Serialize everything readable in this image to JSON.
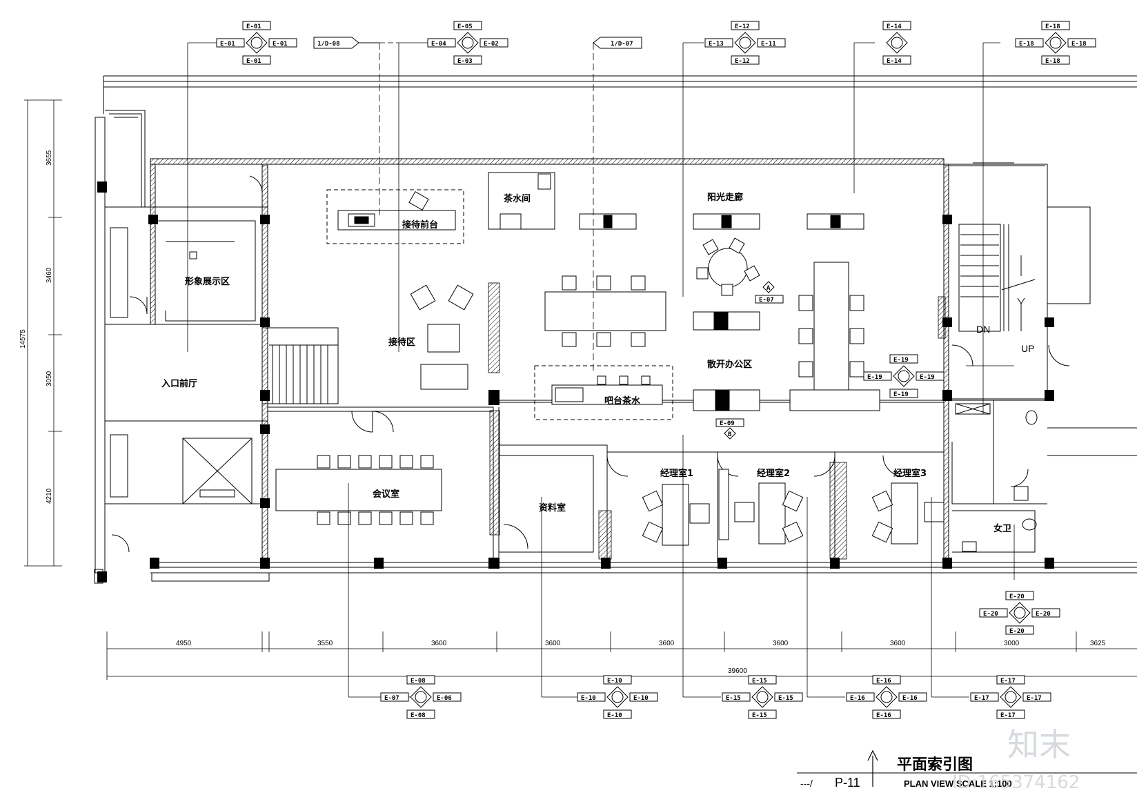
{
  "drawing": {
    "title": "平面索引图",
    "subtitle": "PLAN VIEW  SCALE 1:100",
    "sheet": "P-11",
    "sheet_prefix": "---/",
    "stair_dn": "DN",
    "stair_up": "UP",
    "watermark_logo": "知末",
    "watermark_id": "ID:165374162"
  },
  "rooms": [
    {
      "label": "接待前台"
    },
    {
      "label": "茶水间"
    },
    {
      "label": "阳光走廊"
    },
    {
      "label": "形象展示区"
    },
    {
      "label": "接待区"
    },
    {
      "label": "散开办公区"
    },
    {
      "label": "入口前厅"
    },
    {
      "label": "吧台茶水"
    },
    {
      "label": "会议室"
    },
    {
      "label": "资料室"
    },
    {
      "label": "经理室1"
    },
    {
      "label": "经理室2"
    },
    {
      "label": "经理室3"
    },
    {
      "label": "女卫"
    }
  ],
  "dimensions": {
    "bottom": [
      "4950",
      "3550",
      "3600",
      "3600",
      "3600",
      "3600",
      "3600",
      "3000",
      "3625"
    ],
    "overall": "39600",
    "left": [
      "3655",
      "3460",
      "3050",
      "4210"
    ],
    "left_total": "14575"
  },
  "section_refs": [
    "1/D-08",
    "1/D-07"
  ],
  "elevation_markers": [
    {
      "top": "E-01",
      "left": "E-01",
      "right": "E-01",
      "bottom": "E-01"
    },
    {
      "top": "E-05",
      "left": "E-04",
      "right": "E-02",
      "bottom": "E-03"
    },
    {
      "top": "E-12",
      "left": "E-13",
      "right": "E-11",
      "bottom": "E-12"
    },
    {
      "top": "E-14",
      "left": "",
      "right": "",
      "bottom": "E-14"
    },
    {
      "top": "E-18",
      "left": "E-18",
      "right": "E-18",
      "bottom": "E-18"
    },
    {
      "top": "E-19",
      "left": "E-19",
      "right": "E-19",
      "bottom": "E-19"
    },
    {
      "top": "E-20",
      "left": "E-20",
      "right": "E-20",
      "bottom": "E-20"
    },
    {
      "top": "E-08",
      "left": "E-07",
      "right": "E-06",
      "bottom": "E-08"
    },
    {
      "top": "E-10",
      "left": "E-10",
      "right": "E-10",
      "bottom": "E-10"
    },
    {
      "top": "E-15",
      "left": "E-15",
      "right": "E-15",
      "bottom": "E-15"
    },
    {
      "top": "E-16",
      "left": "E-16",
      "right": "E-16",
      "bottom": "E-16"
    },
    {
      "top": "E-17",
      "left": "E-17",
      "right": "E-17",
      "bottom": "E-17"
    }
  ],
  "single_markers": [
    {
      "tag": "E-07",
      "letter": "A"
    },
    {
      "tag": "E-09",
      "letter": "B"
    }
  ]
}
